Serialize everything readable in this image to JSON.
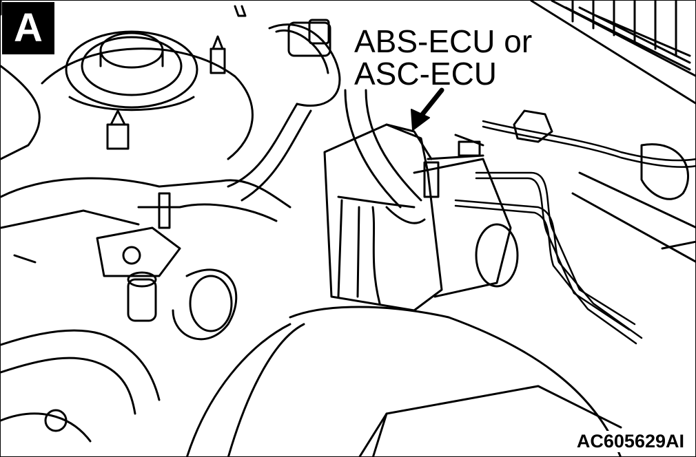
{
  "view_badge": "A",
  "callout": {
    "line1": "ABS-ECU or",
    "line2": "ASC-ECU"
  },
  "figure_code": "AC605629AI"
}
